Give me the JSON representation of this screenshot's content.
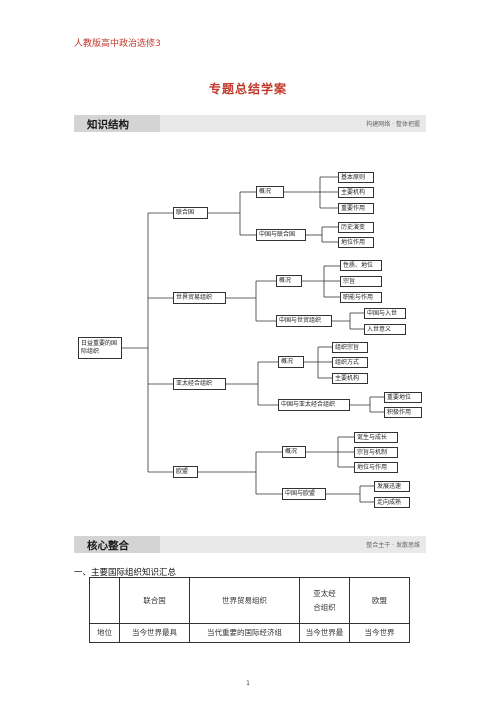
{
  "header": {
    "text": "人教版高中政治选修3"
  },
  "title": "专题总结学案",
  "sections": {
    "knowledge": {
      "label": "知识结构",
      "hint": "构建网络 · 整体把握"
    },
    "core": {
      "label": "核心整合",
      "hint": "整合主干 · 发散思维"
    }
  },
  "mindmap": {
    "root": "日益重要的国际组织",
    "un": {
      "label": "联合国",
      "overview": "概况",
      "overview_items": [
        "基本原则",
        "主要机构",
        "重要作用"
      ],
      "china": "中国与联合国",
      "china_items": [
        "历史演变",
        "地位作用"
      ]
    },
    "wto": {
      "label": "世界贸易组织",
      "overview": "概况",
      "overview_items": [
        "性质、地位",
        "宗旨",
        "职能与作用"
      ],
      "china": "中国与世贸组织",
      "china_items": [
        "中国与入世",
        "入世意义"
      ]
    },
    "apec": {
      "label": "亚太经合组织",
      "overview": "概况",
      "overview_items": [
        "组织宗旨",
        "组织方式",
        "主要机构"
      ],
      "china": "中国与亚太经合组织",
      "china_items": [
        "重要地位",
        "积极作用"
      ]
    },
    "eu": {
      "label": "欧盟",
      "overview": "概况",
      "overview_items": [
        "诞生与成长",
        "宗旨与机制",
        "地位与作用"
      ],
      "china": "中国与欧盟",
      "china_items": [
        "发展迅速",
        "走向成熟"
      ]
    }
  },
  "summary": {
    "heading": "一、主要国际组织知识汇总",
    "columns": [
      "",
      "联合国",
      "世界贸易组织",
      "亚太经\n合组织",
      "欧盟"
    ],
    "row1": [
      "地位",
      "当今世界最具",
      "当代重要的国际经济组",
      "当今世界最",
      "当今世界"
    ]
  },
  "page_number": "1"
}
